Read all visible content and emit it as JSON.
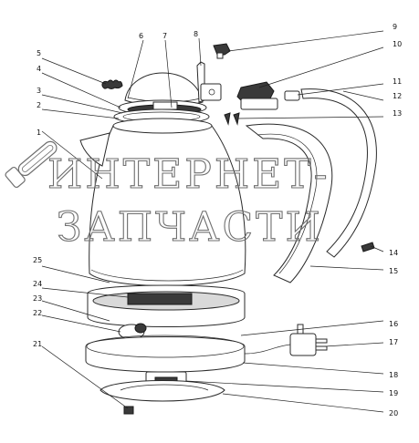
{
  "watermark": {
    "line1": "ИНТЕРНЕТ-",
    "line2": "ЗАПЧАСТИ",
    "logo": "chainsaw-logo-icon",
    "color": "#6f6f6f"
  },
  "callouts": [
    {
      "id": "c1",
      "number": "1"
    },
    {
      "id": "c2",
      "number": "2"
    },
    {
      "id": "c3",
      "number": "3"
    },
    {
      "id": "c4",
      "number": "4"
    },
    {
      "id": "c5",
      "number": "5"
    },
    {
      "id": "c6",
      "number": "6"
    },
    {
      "id": "c7",
      "number": "7"
    },
    {
      "id": "c8",
      "number": "8"
    },
    {
      "id": "c9",
      "number": "9"
    },
    {
      "id": "c10",
      "number": "10"
    },
    {
      "id": "c11",
      "number": "11"
    },
    {
      "id": "c12",
      "number": "12"
    },
    {
      "id": "c13",
      "number": "13"
    },
    {
      "id": "c14",
      "number": "14"
    },
    {
      "id": "c15",
      "number": "15"
    },
    {
      "id": "c16",
      "number": "16"
    },
    {
      "id": "c17",
      "number": "17"
    },
    {
      "id": "c18",
      "number": "18"
    },
    {
      "id": "c19",
      "number": "19"
    },
    {
      "id": "c20",
      "number": "20"
    },
    {
      "id": "c21",
      "number": "21"
    },
    {
      "id": "c22",
      "number": "22"
    },
    {
      "id": "c23",
      "number": "23"
    },
    {
      "id": "c24",
      "number": "24"
    },
    {
      "id": "c25",
      "number": "25"
    }
  ]
}
